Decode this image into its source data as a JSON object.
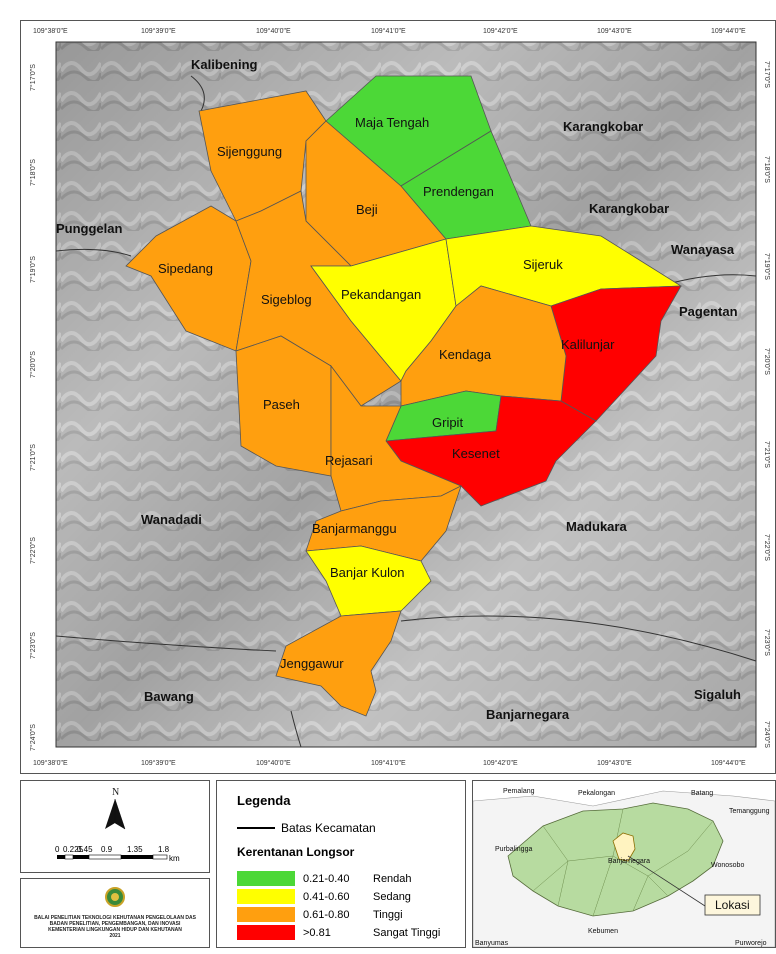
{
  "map": {
    "top_ticks": [
      "109°38'0\"E",
      "109°39'0\"E",
      "109°40'0\"E",
      "109°41'0\"E",
      "109°42'0\"E",
      "109°43'0\"E",
      "109°44'0\"E"
    ],
    "side_ticks": [
      "7°17'0\"S",
      "7°18'0\"S",
      "7°19'0\"S",
      "7°20'0\"S",
      "7°21'0\"S",
      "7°22'0\"S",
      "7°23'0\"S",
      "7°24'0\"S"
    ],
    "regions": {
      "kalibening": "Kalibening",
      "karangkobar1": "Karangkobar",
      "karangkobar2": "Karangkobar",
      "punggelan": "Punggelan",
      "wanayasa": "Wanayasa",
      "pagentan": "Pagentan",
      "wanadadi": "Wanadadi",
      "madukara": "Madukara",
      "bawang": "Bawang",
      "sigaluh": "Sigaluh",
      "banjarnegara": "Banjarnegara"
    },
    "villages": {
      "maja_tengah": "Maja Tengah",
      "sijenggung": "Sijenggung",
      "prendengan": "Prendengan",
      "beji": "Beji",
      "sipedang": "Sipedang",
      "sijeruk": "Sijeruk",
      "pekandangan": "Pekandangan",
      "sigeblog": "Sigeblog",
      "kalilunjar": "Kalilunjar",
      "kendaga": "Kendaga",
      "paseh": "Paseh",
      "gripit": "Gripit",
      "kesenet": "Kesenet",
      "rejasari": "Rejasari",
      "banjarmanggu": "Banjarmanggu",
      "banjar_kulon": "Banjar Kulon",
      "jenggawur": "Jenggawur"
    },
    "colors": {
      "rendah": "#4cd837",
      "sedang": "#ffff00",
      "tinggi": "#ff9f0f",
      "sangat_tinggi": "#ff0000"
    }
  },
  "north_arrow": {
    "letter": "N"
  },
  "scale_bar": {
    "labels": [
      "0",
      "0.225",
      "0.45",
      "0.9",
      "1.35",
      "1.8"
    ],
    "unit": "km"
  },
  "institution": {
    "line1": "BALAI PENELITIAN TEKNOLOGI KEHUTANAN PENGELOLAAN DAS",
    "line2": "BADAN PENELITIAN, PENGEMBANGAN, DAN INOVASI",
    "line3": "KEMENTERIAN LINGKUNGAN HIDUP DAN KEHUTANAN",
    "year": "2021"
  },
  "legend": {
    "title": "Legenda",
    "boundary_label": "Batas Kecamatan",
    "subtitle": "Kerentanan Longsor",
    "items": [
      {
        "range": "0.21-0.40",
        "label": "Rendah",
        "color": "#4cd837"
      },
      {
        "range": "0.41-0.60",
        "label": "Sedang",
        "color": "#ffff00"
      },
      {
        "range": "0.61-0.80",
        "label": "Tinggi",
        "color": "#ff9f0f"
      },
      {
        "range": ">0.81",
        "label": "Sangat Tinggi",
        "color": "#ff0000"
      }
    ]
  },
  "inset": {
    "labels": {
      "pemalang": "Pemalang",
      "pekalongan": "Pekalongan",
      "batang": "Batang",
      "temanggung": "Temanggung",
      "purbalingga": "Purbalingga",
      "banjarnegara": "Banjarnegara",
      "wonosobo": "Wonosobo",
      "kebumen": "Kebumen",
      "banyumas": "Banyumas",
      "purworejo": "Purworejo"
    },
    "callout": "Lokasi"
  }
}
